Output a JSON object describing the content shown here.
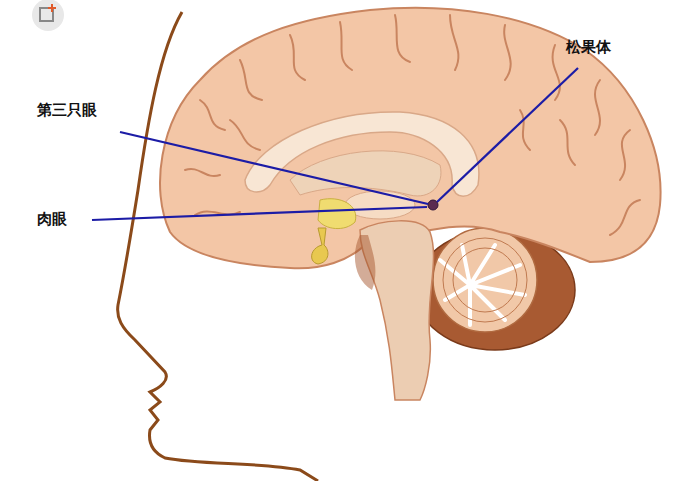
{
  "diagram": {
    "labels": [
      "第三只眼",
      "肉眼",
      "松果体"
    ]
  }
}
